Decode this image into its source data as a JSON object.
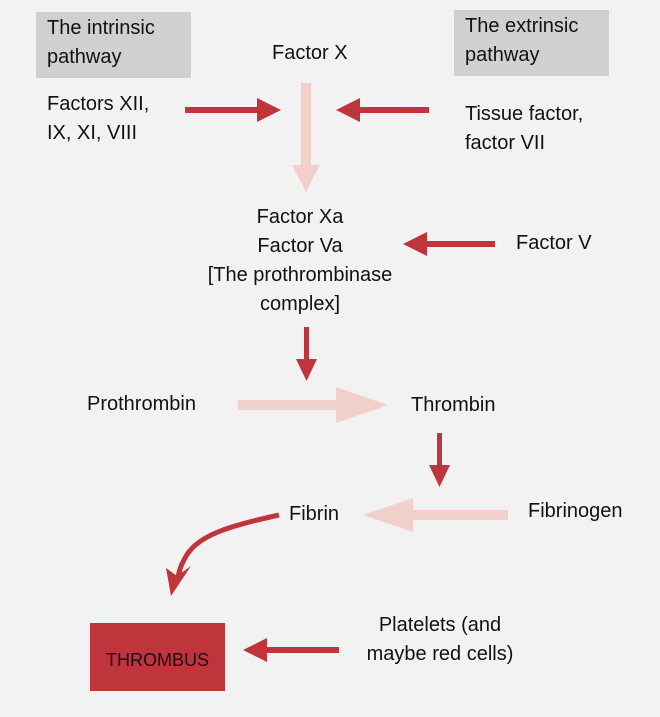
{
  "diagram": {
    "intrinsic_label": [
      "The intrinsic",
      "pathway"
    ],
    "extrinsic_label": [
      "The extrinsic",
      "pathway"
    ],
    "factor_x": "Factor X",
    "intrinsic_factors": [
      "Factors XII,",
      "IX, XI, VIII"
    ],
    "extrinsic_factors": [
      "Tissue factor,",
      "factor VII"
    ],
    "complex": [
      "Factor Xa",
      "Factor Va",
      "[The prothrombinase",
      "complex]"
    ],
    "factor_v": "Factor V",
    "prothrombin": "Prothrombin",
    "thrombin": "Thrombin",
    "fibrin": "Fibrin",
    "fibrinogen": "Fibrinogen",
    "thrombus": "THROMBUS",
    "platelets": [
      "Platelets (and",
      "maybe red cells)"
    ]
  },
  "colors": {
    "strong_arrow": "#c0343c",
    "light_arrow": "#f0d0c8",
    "label_box": "#d0d0d0",
    "background": "#f2f2f2"
  }
}
